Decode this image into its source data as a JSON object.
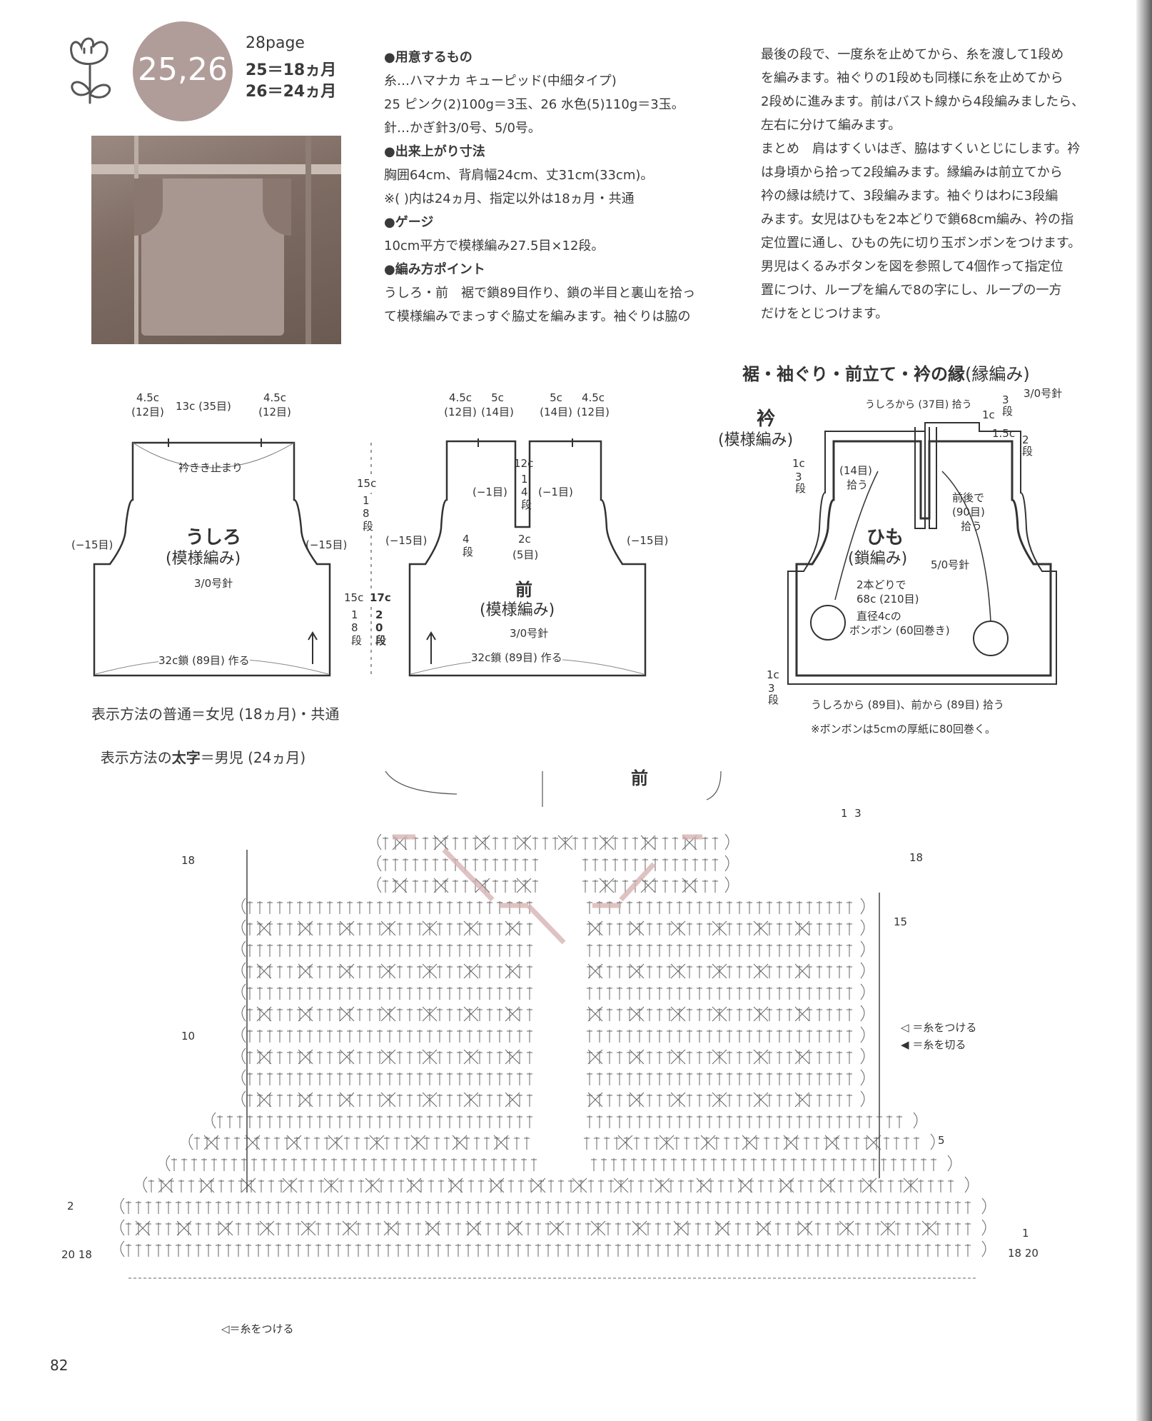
{
  "header": {
    "number_badge": "25,26",
    "page_ref": "28page",
    "size_25": "25＝18ヵ月",
    "size_26": "26＝24ヵ月",
    "badge_color": "#b09d9a"
  },
  "text_center": {
    "lines": [
      "●用意するもの",
      "糸…ハマナカ キューピッド(中細タイプ)",
      "25 ピンク(2)100g＝3玉、26 水色(5)110g＝3玉。",
      "針…かぎ針3/0号、5/0号。",
      "●出来上がり寸法",
      "胸囲64cm、背肩幅24cm、丈31cm(33cm)。",
      "※( )内は24ヵ月、指定以外は18ヵ月・共通",
      "●ゲージ",
      "10cm平方で模様編み27.5目×12段。",
      "●編み方ポイント",
      "うしろ・前　裾で鎖89目作り、鎖の半目と裏山を拾っ",
      "て模様編みでまっすぐ脇丈を編みます。袖ぐりは脇の"
    ]
  },
  "text_right": {
    "lines": [
      "最後の段で、一度糸を止めてから、糸を渡して1段め",
      "を編みます。袖ぐりの1段めも同様に糸を止めてから",
      "2段めに進みます。前はバスト線から4段編みましたら、",
      "左右に分けて編みます。",
      "まとめ　肩はすくいはぎ、脇はすくいとじにします。衿",
      "は身頃から拾って2段編みます。縁編みは前立てから",
      "衿の縁は続けて、3段編みます。袖ぐりはわに3段編",
      "みます。女児はひもを2本どりで鎖68cm編み、衿の指",
      "定位置に通し、ひもの先に切り玉ボンボンをつけます。",
      "男児はくるみボタンを図を参照して4個作って指定位",
      "置につけ、ループを編んで8の字にし、ループの一方",
      "だけをとじつけます。"
    ]
  },
  "back_diagram": {
    "top_left": "4.5c",
    "top_left_sts": "(12目)",
    "top_mid": "13c (35目)",
    "top_right": "4.5c",
    "top_right_sts": "(12目)",
    "neck_note": "衿きき止まり",
    "title": "うしろ",
    "stitch": "(模様編み)",
    "needle": "3/0号針",
    "side_left": "(−15目)",
    "side_right": "(−15目)",
    "bottom": "32c鎖 (89目) 作る"
  },
  "middle_dims": {
    "upper_cm": "15c",
    "upper_rows": "18段",
    "lower_cm_a": "15c",
    "lower_cm_b": "17c",
    "lower_rows_a": "18段",
    "lower_rows_b": "20段"
  },
  "front_diagram": {
    "top_l1": "4.5c",
    "top_l1_sts": "(12目)",
    "top_l2": "5c",
    "top_l2_sts": "(14目)",
    "top_r1": "5c",
    "top_r1_sts": "(14目)",
    "top_r2": "4.5c",
    "top_r2_sts": "(12目)",
    "placket_cm": "12c",
    "placket_rows": "14段",
    "dec_left": "(−1目)",
    "dec_right": "(−1目)",
    "rows_4": "4段",
    "bottom_w": "2c",
    "bottom_sts": "(5目)",
    "side_left": "(−15目)",
    "side_right": "(−15目)",
    "title": "前",
    "stitch": "(模様編み)",
    "needle": "3/0号針",
    "bottom": "32c鎖 (89目) 作る"
  },
  "legend_sizes": {
    "line1": "表示方法の普通＝女児 (18ヵ月)・共通",
    "line2_prefix": "表示方法の",
    "line2_bold": "太字",
    "line2_suffix": "＝男児 (24ヵ月)"
  },
  "edging_diagram": {
    "title": "裾・袖ぐり・前立て・衿の縁",
    "title_suffix": "(縁編み)",
    "needle_top": "3/0号針",
    "collar": "衿",
    "collar_stitch": "(模様編み)",
    "pick_back": "うしろから (37目) 拾う",
    "right_1c": "1c",
    "right_3": "3段",
    "right_15c": "1.5c",
    "right_2": "2段",
    "left_1c": "1c",
    "left_3": "3段",
    "pick_14": "(14目)",
    "pick_word": "拾う",
    "front_back": "前後で",
    "front_back_sts": "(90目)",
    "front_back_pick": "拾う",
    "cord": "ひも",
    "cord_stitch": "(鎖編み)",
    "cord_needle": "5/0号針",
    "two_strand": "2本どりで",
    "cord_len": "68c (210目)",
    "pompom_dia": "直径4cの",
    "pompom": "ボンボン (60回巻き)",
    "bottom_1c": "1c",
    "bottom_3": "3段",
    "bottom_pick": "うしろから (89目)、前から (89目) 拾う",
    "note": "※ボンボンは5cmの厚紙に80回巻く。"
  },
  "chart": {
    "title": "前",
    "row_labels": {
      "r18_left": "18",
      "r10_left": "10",
      "r2_left": "2",
      "r20_18_left": "20 18",
      "top_nums": "1  3",
      "r18_right": "18",
      "r15_right": "15",
      "r5_right": "5",
      "r1_right": "1",
      "r18_20_right": "18 20"
    },
    "legend_attach": "＝糸をつける",
    "legend_cut": "＝糸を切る",
    "bottom_legend": "＝糸をつける"
  },
  "page_number": "82"
}
